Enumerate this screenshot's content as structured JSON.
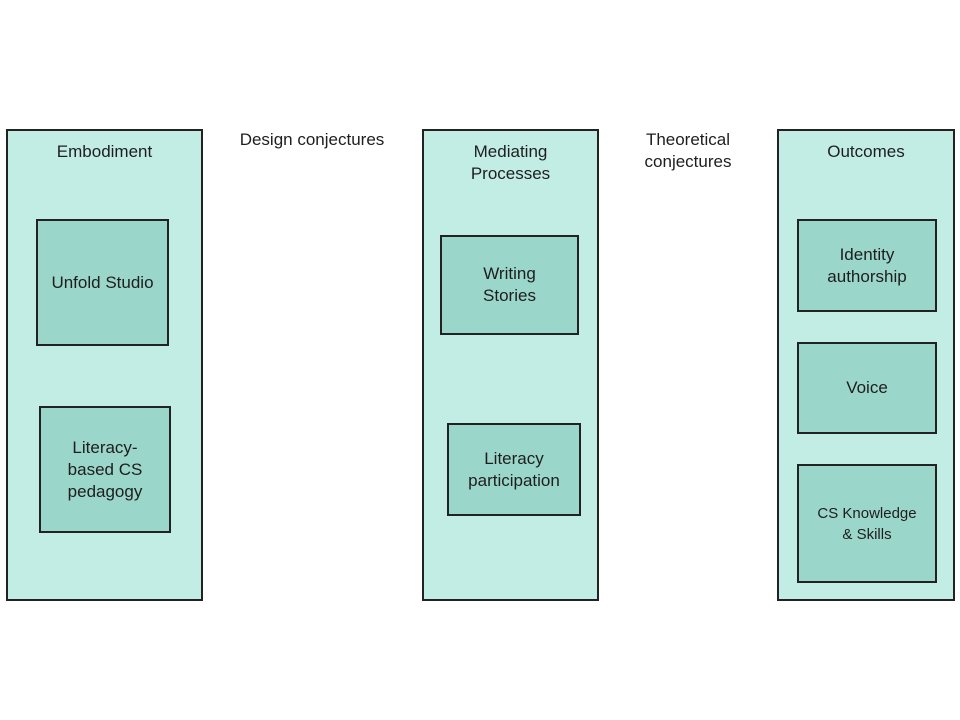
{
  "labels": {
    "design_conjectures": "Design conjectures",
    "theoretical_conjectures": "Theoretical\nconjectures"
  },
  "columns": [
    {
      "title": "Embodiment",
      "boxes": [
        "Unfold Studio",
        "Literacy-\nbased CS\npedagogy"
      ]
    },
    {
      "title": "Mediating\nProcesses",
      "boxes": [
        "Writing\nStories",
        "Literacy\nparticipation"
      ]
    },
    {
      "title": "Outcomes",
      "boxes": [
        "Identity\nauthorship",
        "Voice",
        "CS Knowledge\n& Skills"
      ]
    }
  ],
  "colors": {
    "column_fill": "#c2ede5",
    "box_fill": "#9bd6ca",
    "stroke": "#222222"
  }
}
